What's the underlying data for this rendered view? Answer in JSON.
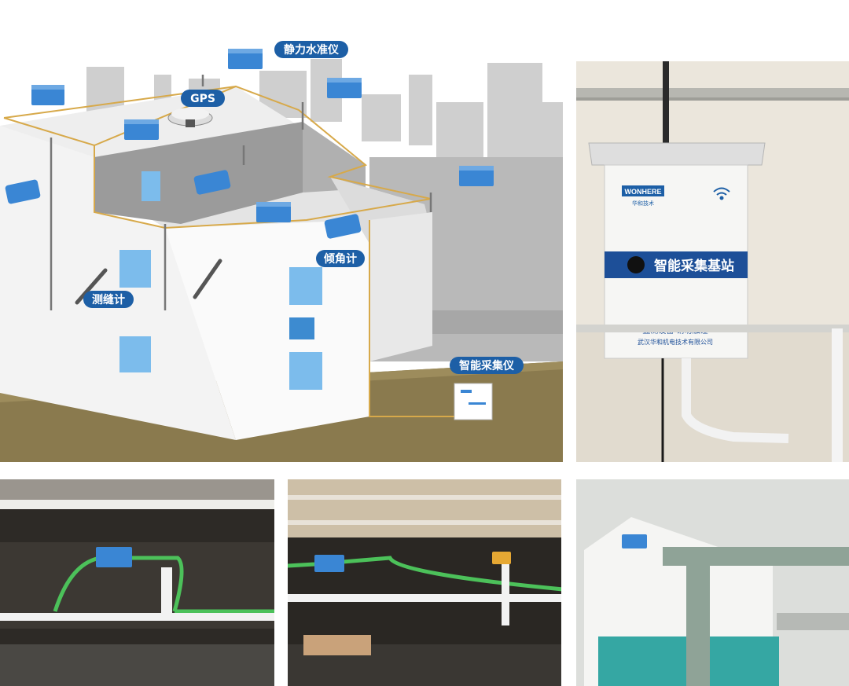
{
  "labels": {
    "static_level": "静力水准仪",
    "gps": "GPS",
    "tilt_meter": "倾角计",
    "crack_meter": "测缝计",
    "collector": "智能采集仪"
  },
  "cabinet": {
    "brand": "WONHERE",
    "brand_sub": "华和技术",
    "band_text": "智能采集基站",
    "warning": "监测设备 请勿触碰",
    "company": "武汉华和机电技术有限公司"
  },
  "colors": {
    "pill": "#1d5fa6",
    "device_blue": "#3a86d4",
    "wire_gold": "#d7a94a",
    "green_cable": "#4cc15a"
  }
}
